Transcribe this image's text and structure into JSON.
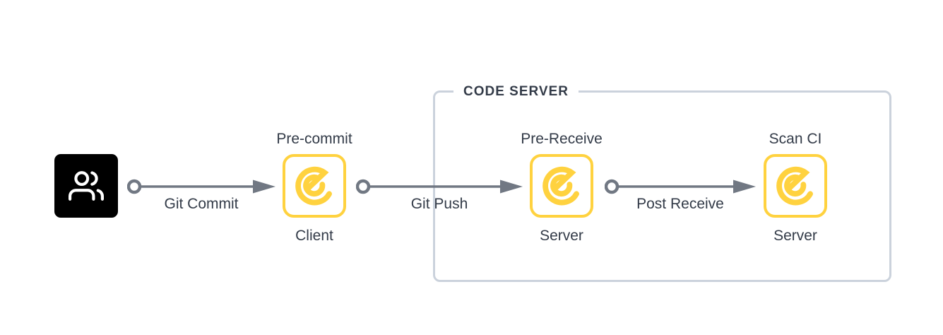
{
  "container": {
    "label": "CODE SERVER"
  },
  "nodes": {
    "developer": {
      "icon": "users-icon"
    },
    "pre_commit": {
      "title": "Pre-commit",
      "subtitle": "Client",
      "icon": "hook-logo-icon"
    },
    "pre_receive": {
      "title": "Pre-Receive",
      "subtitle": "Server",
      "icon": "hook-logo-icon"
    },
    "scan_ci": {
      "title": "Scan CI",
      "subtitle": "Server",
      "icon": "hook-logo-icon"
    }
  },
  "arrows": [
    {
      "label": "Git Commit",
      "from": "developer",
      "to": "pre_commit"
    },
    {
      "label": "Git Push",
      "from": "pre_commit",
      "to": "pre_receive"
    },
    {
      "label": "Post Receive",
      "from": "pre_receive",
      "to": "scan_ci"
    }
  ],
  "colors": {
    "accent_yellow": "#FFD23F",
    "arrow_gray": "#717883",
    "text_dark": "#333B48",
    "container_border": "#CBD2DC",
    "developer_box": "#000000",
    "background": "#FFFFFF"
  }
}
